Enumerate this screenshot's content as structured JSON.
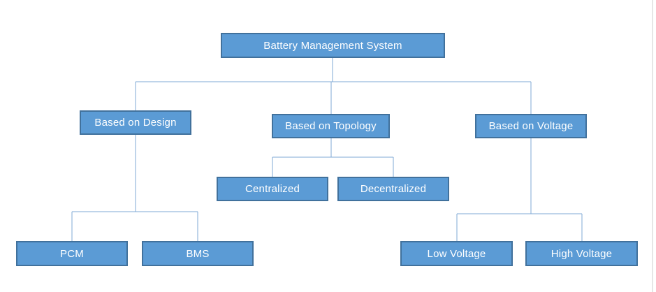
{
  "diagram": {
    "type": "hierarchy-flowchart",
    "root": {
      "label": "Battery Management System"
    },
    "branches": [
      {
        "label": "Based on Design",
        "children": [
          {
            "label": "PCM"
          },
          {
            "label": "BMS"
          }
        ]
      },
      {
        "label": "Based on Topology",
        "children": [
          {
            "label": "Centralized"
          },
          {
            "label": "Decentralized"
          }
        ]
      },
      {
        "label": "Based on Voltage",
        "children": [
          {
            "label": "Low Voltage"
          },
          {
            "label": "High Voltage"
          }
        ]
      }
    ],
    "colors": {
      "node_fill": "#5B9BD5",
      "node_border": "#41719C",
      "node_text": "#FFFFFF",
      "connector": "#7FA9D6",
      "page_edge": "#CCCCCC"
    }
  }
}
